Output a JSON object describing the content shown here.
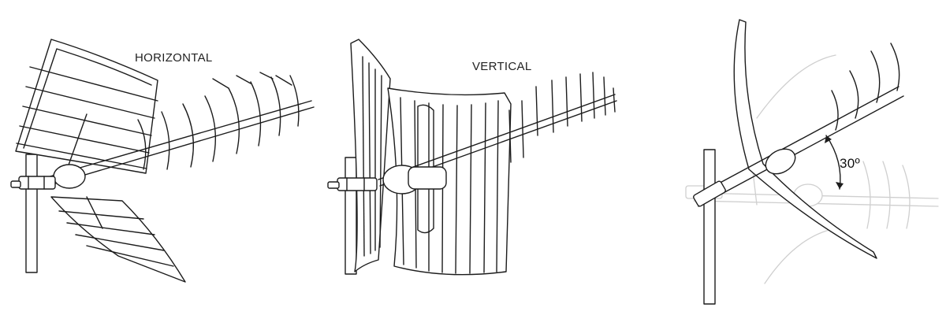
{
  "panels": [
    {
      "label": "HORIZONTAL"
    },
    {
      "label": "VERTICAL"
    },
    {
      "label": "30º"
    }
  ]
}
